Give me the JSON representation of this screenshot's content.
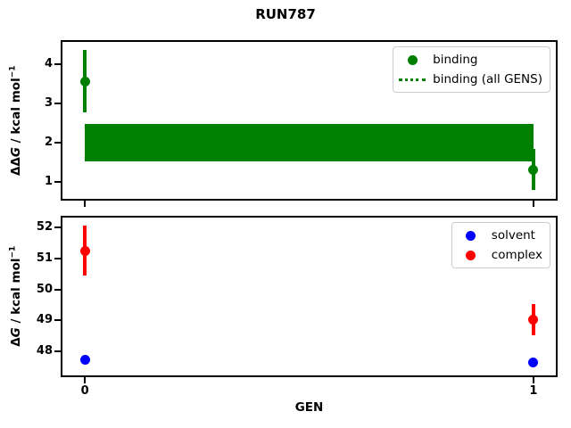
{
  "figure": {
    "title": "RUN787",
    "background": "#ffffff",
    "axis_color": "#000000"
  },
  "chart_data": [
    {
      "type": "scatter",
      "id": "ddg-binding",
      "ylabel": {
        "prefix": "ΔΔ",
        "symbol": "G",
        "unit": " / kcal mol",
        "exponent": "−1"
      },
      "xlabel": "",
      "xlim": [
        -0.05,
        1.05
      ],
      "ylim": [
        0.56,
        4.56
      ],
      "yticks": [
        1,
        2,
        3,
        4
      ],
      "xticks": [
        0,
        1
      ],
      "xtick_labels_visible": false,
      "grid": false,
      "series": [
        {
          "name": "binding",
          "color": "#008000",
          "marker": "circle",
          "points": [
            {
              "x": 0,
              "y": 3.56,
              "err": 0.8
            },
            {
              "x": 1,
              "y": 1.31,
              "err": 0.53
            }
          ]
        }
      ],
      "band": {
        "name": "binding (all GENS)",
        "color": "#008000",
        "x": [
          0,
          1
        ],
        "y_lo": 1.52,
        "y_hi": 2.48
      },
      "legend": {
        "position": "upper right",
        "items": [
          {
            "label": "binding",
            "marker": "dot",
            "color": "#008000"
          },
          {
            "label": "binding (all GENS)",
            "marker": "dotted-line",
            "color": "#008000"
          }
        ]
      }
    },
    {
      "type": "scatter",
      "id": "dg-legs",
      "ylabel": {
        "prefix": "Δ",
        "symbol": "G",
        "unit": " / kcal mol",
        "exponent": "−1"
      },
      "xlabel": "GEN",
      "xlim": [
        -0.05,
        1.05
      ],
      "ylim": [
        47.22,
        52.32
      ],
      "yticks": [
        48,
        49,
        50,
        51,
        52
      ],
      "xticks": [
        0,
        1
      ],
      "xtick_labels_visible": true,
      "grid": false,
      "series": [
        {
          "name": "solvent",
          "color": "#0000ff",
          "marker": "circle",
          "points": [
            {
              "x": 0,
              "y": 47.72,
              "err": 0.08
            },
            {
              "x": 1,
              "y": 47.65,
              "err": 0.08
            }
          ]
        },
        {
          "name": "complex",
          "color": "#ff0000",
          "marker": "circle",
          "points": [
            {
              "x": 0,
              "y": 51.25,
              "err": 0.8
            },
            {
              "x": 1,
              "y": 49.02,
              "err": 0.5
            }
          ]
        }
      ],
      "legend": {
        "position": "upper right",
        "items": [
          {
            "label": "solvent",
            "marker": "dot",
            "color": "#0000ff"
          },
          {
            "label": "complex",
            "marker": "dot",
            "color": "#ff0000"
          }
        ]
      }
    }
  ]
}
